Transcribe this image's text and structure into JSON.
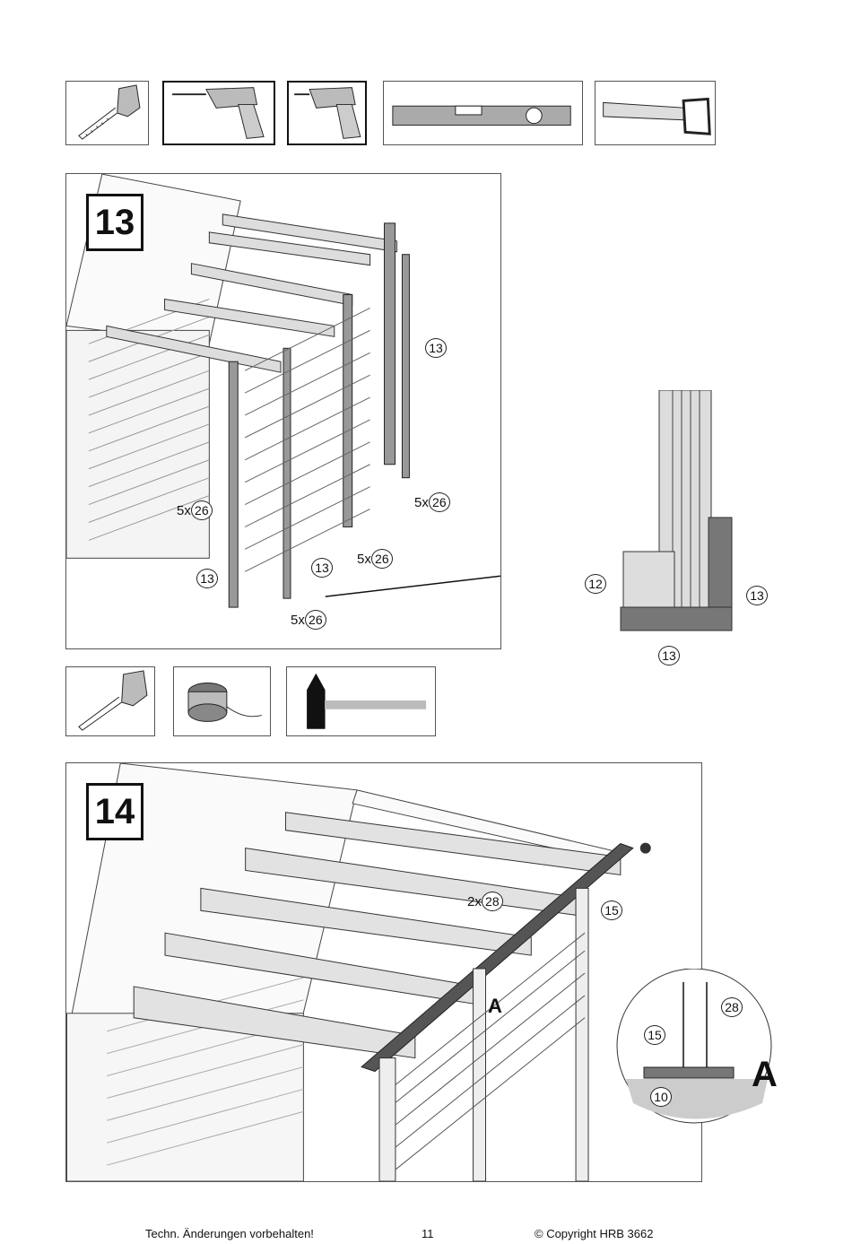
{
  "tools_row1": [
    {
      "icon": "measuring-tape-icon"
    },
    {
      "icon": "drill-bit-icon"
    },
    {
      "icon": "screwdriver-drill-icon"
    },
    {
      "icon": "spirit-level-icon"
    },
    {
      "icon": "hand-saw-icon"
    }
  ],
  "tools_row2": [
    {
      "icon": "measuring-tape-icon"
    },
    {
      "icon": "string-reel-icon"
    },
    {
      "icon": "hammer-icon"
    }
  ],
  "step13": {
    "number": "13",
    "callouts": {
      "c13_top": "13",
      "c5x26_left_prefix": "5x",
      "c5x26_left_num": "26",
      "c5x26_right_prefix": "5x",
      "c5x26_right_num": "26",
      "c5x26_mid_prefix": "5x",
      "c5x26_mid_num": "26",
      "c13_mid": "13",
      "c13_left": "13",
      "c5x26_bottom_prefix": "5x",
      "c5x26_bottom_num": "26"
    },
    "detail": {
      "c12": "12",
      "c13_right": "13",
      "c13_bottom": "13"
    }
  },
  "step14": {
    "number": "14",
    "callouts": {
      "c2x28_prefix": "2x",
      "c2x28_num": "28",
      "c15": "15",
      "label_a": "A"
    },
    "detail": {
      "c28": "28",
      "c15": "15",
      "c10": "10",
      "label_a": "A"
    }
  },
  "footer": {
    "left": "Techn. Änderungen vorbehalten!",
    "page": "11",
    "right": "© Copyright HRB 3662"
  }
}
